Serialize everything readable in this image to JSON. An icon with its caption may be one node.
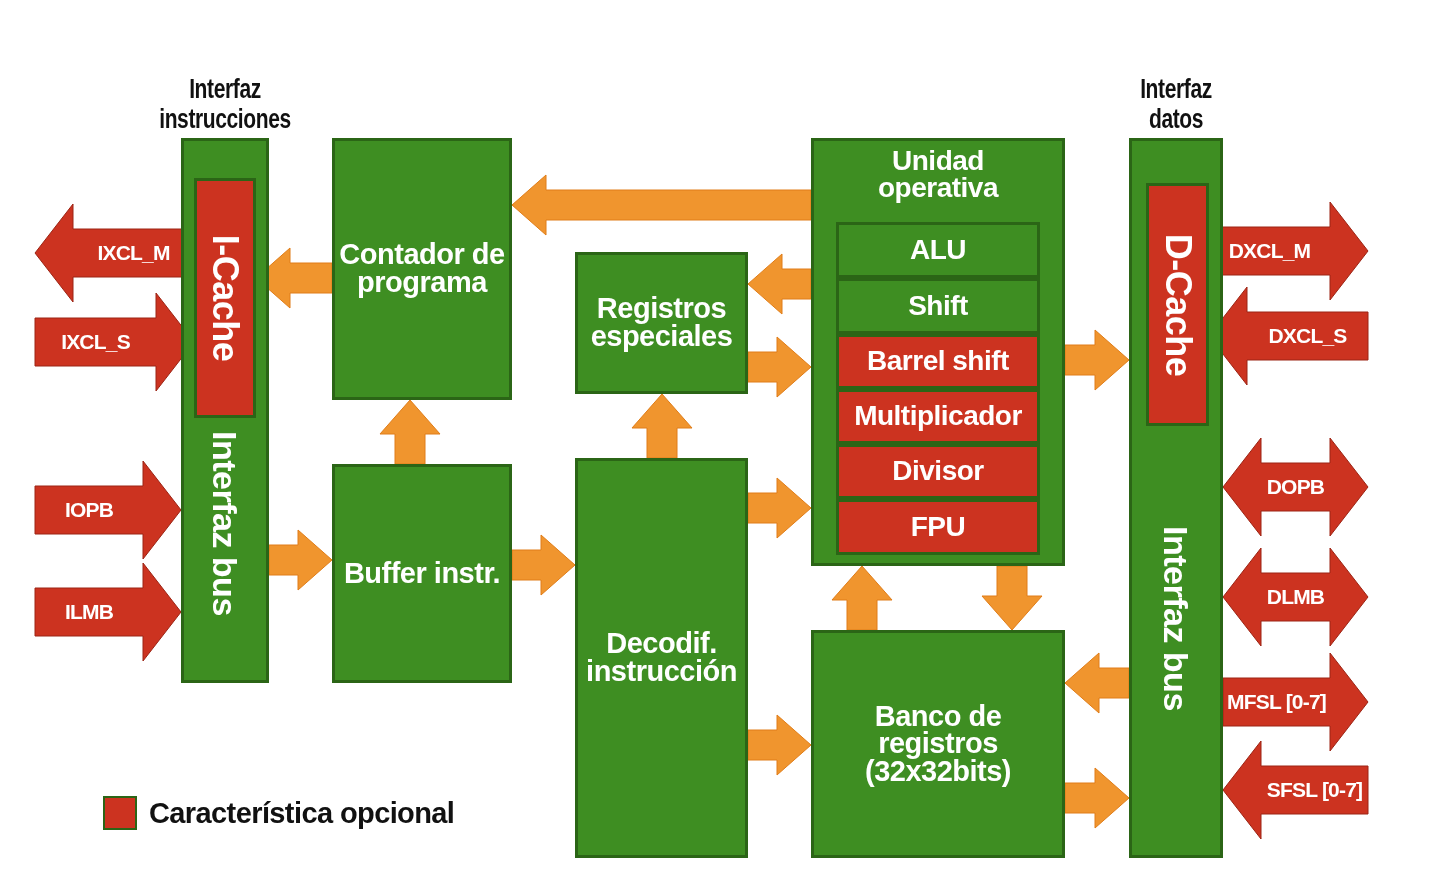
{
  "diagram": {
    "nodes": [
      {
        "text": [
          "Interfaz instrucciones",
          "Interfaz bus"
        ]
      },
      {
        "text": [
          "I-Cache"
        ],
        "in": 0
      },
      {
        "text": [
          "Contador de programa"
        ]
      },
      {
        "text": [
          "Registros especiales"
        ]
      },
      {
        "text": [
          "Unidad operativa"
        ]
      },
      {
        "text": [
          "ALU"
        ],
        "in": 4
      },
      {
        "text": [
          "Shift"
        ],
        "in": 4
      },
      {
        "text": [
          "Barrel shift"
        ],
        "in": 4
      },
      {
        "text": [
          "Multiplicador"
        ],
        "in": 4
      },
      {
        "text": [
          "Divisor"
        ],
        "in": 4
      },
      {
        "text": [
          "FPU"
        ],
        "in": 4
      },
      {
        "text": [
          "Interfaz datos",
          "Interfaz bus"
        ]
      },
      {
        "text": [
          "D-Cache"
        ],
        "in": 11
      },
      {
        "text": [
          "Buffer instr."
        ]
      },
      {
        "text": [
          "Decodif. instrucción"
        ]
      },
      {
        "text": [
          "Banco de registros (32x32bits)"
        ]
      }
    ],
    "edges": [
      {
        "from": 1,
        "to": null,
        "arrow": "to",
        "label": "IXCL_M",
        "color": "#cc3320"
      },
      {
        "from": null,
        "to": 1,
        "arrow": "to",
        "label": "IXCL_S",
        "color": "#cc3320"
      },
      {
        "from": null,
        "to": 0,
        "arrow": "to",
        "label": "IOPB",
        "color": "#cc3320"
      },
      {
        "from": null,
        "to": 0,
        "arrow": "to",
        "label": "ILMB",
        "color": "#cc3320"
      },
      {
        "from": 12,
        "to": null,
        "arrow": "to",
        "label": "DXCL_M",
        "color": "#cc3320"
      },
      {
        "from": null,
        "to": 12,
        "arrow": "to",
        "label": "DXCL_S",
        "color": "#cc3320"
      },
      {
        "from": 11,
        "to": null,
        "arrow": "both",
        "label": "DOPB",
        "color": "#cc3320"
      },
      {
        "from": 11,
        "to": null,
        "arrow": "both",
        "label": "DLMB",
        "color": "#cc3320"
      },
      {
        "from": 11,
        "to": null,
        "arrow": "to",
        "label": "MFSL [0-7]",
        "color": "#cc3320"
      },
      {
        "from": null,
        "to": 11,
        "arrow": "to",
        "label": "SFSL [0-7]",
        "color": "#cc3320"
      },
      {
        "from": 4,
        "to": 2,
        "arrow": "to"
      },
      {
        "from": 2,
        "to": 1,
        "arrow": "to"
      },
      {
        "from": 4,
        "to": 3,
        "arrow": "to"
      },
      {
        "from": 3,
        "to": 4,
        "arrow": "to"
      },
      {
        "from": 13,
        "to": 2,
        "arrow": "to"
      },
      {
        "from": 14,
        "to": 3,
        "arrow": "to"
      },
      {
        "from": 0,
        "to": 13,
        "arrow": "to"
      },
      {
        "from": 13,
        "to": 14,
        "arrow": "to"
      },
      {
        "from": 14,
        "to": 4,
        "arrow": "to"
      },
      {
        "from": 14,
        "to": 15,
        "arrow": "to"
      },
      {
        "from": 15,
        "to": 4,
        "arrow": "to"
      },
      {
        "from": 4,
        "to": 15,
        "arrow": "to"
      },
      {
        "from": 4,
        "to": 11,
        "arrow": "to"
      },
      {
        "from": 11,
        "to": 15,
        "arrow": "to"
      },
      {
        "from": 15,
        "to": 11,
        "arrow": "to"
      }
    ],
    "legend": [
      {
        "text": "Característica opcional",
        "color": "#cc3320"
      }
    ]
  }
}
